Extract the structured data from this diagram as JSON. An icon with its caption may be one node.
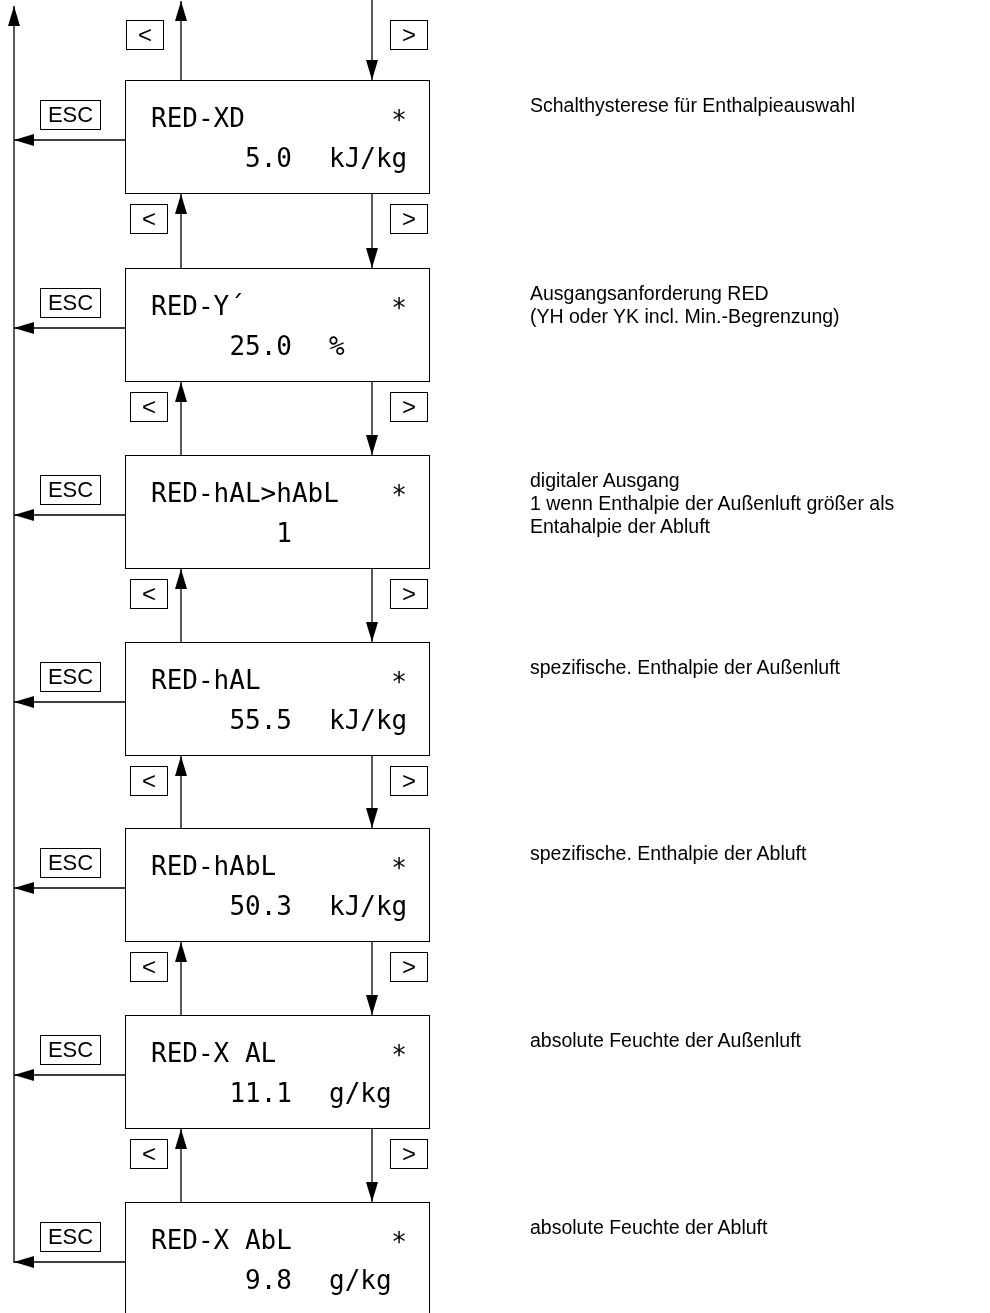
{
  "diagram": {
    "nodes": [
      {
        "text": [
          "RED-XD",
          "*",
          "5.0",
          "kJ/kg"
        ]
      },
      {
        "text": [
          "RED-Y´",
          "*",
          "25.0",
          "%"
        ]
      },
      {
        "text": [
          "RED-hAL>hAbL",
          "*",
          "1"
        ]
      },
      {
        "text": [
          "RED-hAL",
          "*",
          "55.5",
          "kJ/kg"
        ]
      },
      {
        "text": [
          "RED-hAbL",
          "*",
          "50.3",
          "kJ/kg"
        ]
      },
      {
        "text": [
          "RED-X AL",
          "*",
          "11.1",
          "g/kg"
        ]
      },
      {
        "text": [
          "RED-X AbL",
          "*",
          "9.8",
          "g/kg"
        ]
      }
    ],
    "edges": [
      {
        "from": 0,
        "to": null,
        "arrow": "to"
      },
      {
        "from": null,
        "to": 0,
        "arrow": "to"
      },
      {
        "from": 0,
        "to": null,
        "arrow": "to"
      },
      {
        "from": 1,
        "to": 0,
        "arrow": "to"
      },
      {
        "from": 0,
        "to": 1,
        "arrow": "to"
      },
      {
        "from": 1,
        "to": null,
        "arrow": "to"
      },
      {
        "from": 2,
        "to": 1,
        "arrow": "to"
      },
      {
        "from": 1,
        "to": 2,
        "arrow": "to"
      },
      {
        "from": 2,
        "to": null,
        "arrow": "to"
      },
      {
        "from": 3,
        "to": 2,
        "arrow": "to"
      },
      {
        "from": 2,
        "to": 3,
        "arrow": "to"
      },
      {
        "from": 3,
        "to": null,
        "arrow": "to"
      },
      {
        "from": 4,
        "to": 3,
        "arrow": "to"
      },
      {
        "from": 3,
        "to": 4,
        "arrow": "to"
      },
      {
        "from": 4,
        "to": null,
        "arrow": "to"
      },
      {
        "from": 5,
        "to": 4,
        "arrow": "to"
      },
      {
        "from": 4,
        "to": 5,
        "arrow": "to"
      },
      {
        "from": 5,
        "to": null,
        "arrow": "to"
      },
      {
        "from": 6,
        "to": 5,
        "arrow": "to"
      },
      {
        "from": 5,
        "to": 6,
        "arrow": "to"
      },
      {
        "from": 6,
        "to": null,
        "arrow": "to"
      }
    ],
    "labels": [
      "<",
      ">",
      "ESC",
      "Schalthysterese für Enthalpieauswahl",
      "<",
      ">",
      "ESC",
      "Ausgangsanforderung RED",
      "(YH oder YK incl. Min.-Begrenzung)",
      "<",
      ">",
      "ESC",
      "digitaler Ausgang",
      "1 wenn Enthalpie der Außenluft größer als Entahalpie der Abluft",
      "<",
      ">",
      "ESC",
      "spezifische. Enthalpie der Außenluft",
      "<",
      ">",
      "ESC",
      "spezifische. Enthalpie der Abluft",
      "<",
      ">",
      "ESC",
      "absolute Feuchte der Außenluft",
      "<",
      ">",
      "ESC",
      "absolute Feuchte der Abluft"
    ]
  }
}
